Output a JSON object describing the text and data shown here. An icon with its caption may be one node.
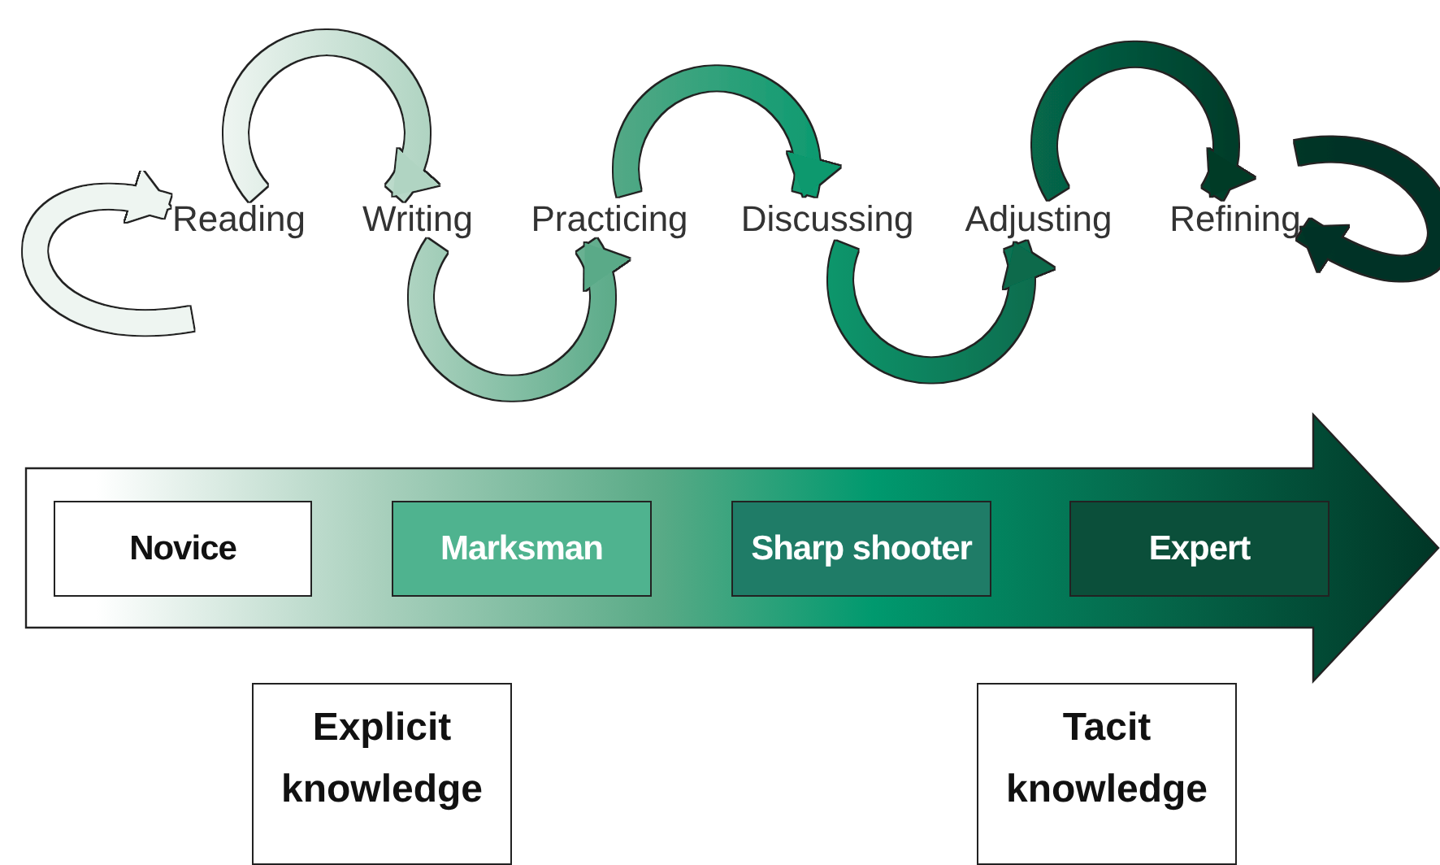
{
  "diagram": {
    "nodes": [
      {
        "text": [
          "Reading"
        ]
      },
      {
        "text": [
          "Writing"
        ]
      },
      {
        "text": [
          "Practicing"
        ]
      },
      {
        "text": [
          "Discussing"
        ]
      },
      {
        "text": [
          "Adjusting"
        ]
      },
      {
        "text": [
          "Refining"
        ]
      },
      {
        "text": [],
        "shape": "arrow"
      },
      {
        "text": [
          "Novice"
        ],
        "in": 6
      },
      {
        "text": [
          "Marksman"
        ],
        "in": 6
      },
      {
        "text": [
          "Sharp shooter"
        ],
        "in": 6
      },
      {
        "text": [
          "Expert"
        ],
        "in": 6
      },
      {
        "text": [
          "Explicit knowledge"
        ]
      },
      {
        "text": [
          "Tacit knowledge"
        ]
      }
    ],
    "edges": [
      {
        "from": null,
        "to": 0,
        "arrow": "to",
        "color": "#eef5f1"
      },
      {
        "from": 0,
        "to": 1,
        "arrow": "to",
        "color": "#b0d4c2"
      },
      {
        "from": 1,
        "to": 2,
        "arrow": "to",
        "color": "#5aaa88"
      },
      {
        "from": 2,
        "to": 3,
        "arrow": "to",
        "color": "#07996e"
      },
      {
        "from": 3,
        "to": 4,
        "arrow": "to",
        "color": "#076a4c"
      },
      {
        "from": 4,
        "to": 5,
        "arrow": "to",
        "color": "#013a28"
      },
      {
        "from": null,
        "to": 5,
        "arrow": "to",
        "color": "#013326"
      }
    ]
  }
}
